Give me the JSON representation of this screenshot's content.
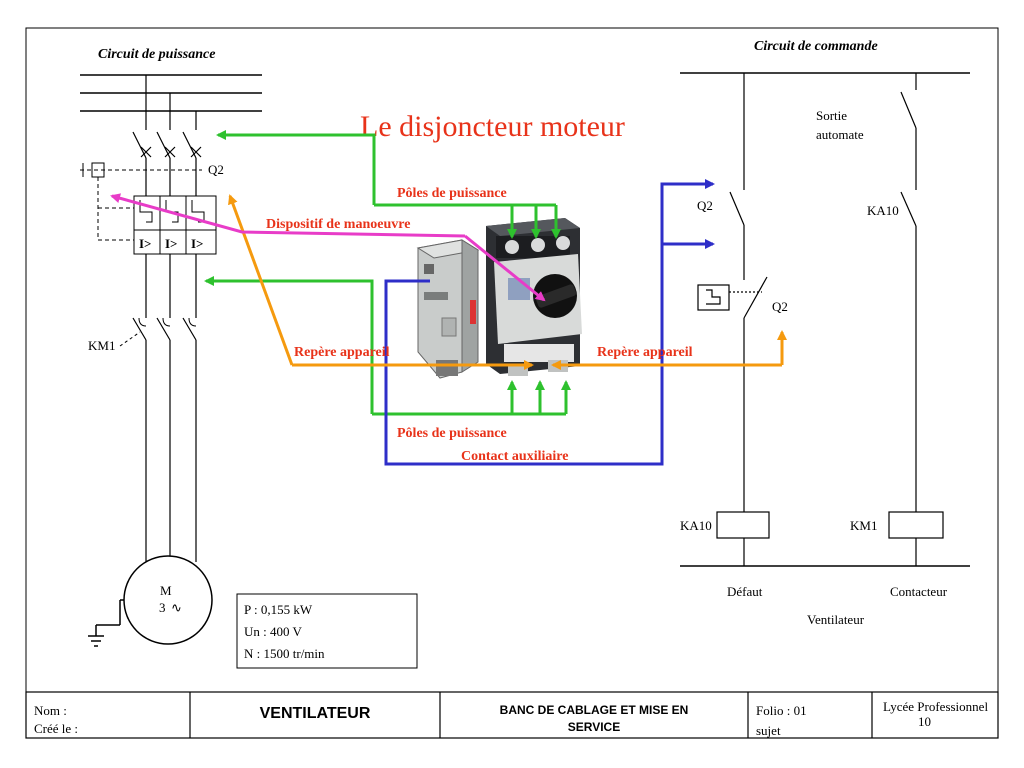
{
  "title": "Le disjoncteur moteur",
  "power_circuit": {
    "heading": "Circuit de puissance",
    "breaker_label": "Q2",
    "contactor_label": "KM1",
    "trip_symbol": "I>",
    "motor_label": "M",
    "motor_phases": "3",
    "motor_ac": "∿"
  },
  "command_circuit": {
    "heading": "Circuit de commande",
    "output_label_line1": "Sortie",
    "output_label_line2": "automate",
    "q2_contact_label": "Q2",
    "q2_thermal_label": "Q2",
    "ka10_contact_label": "KA10",
    "ka10_coil_label": "KA10",
    "km1_coil_label": "KM1",
    "caption_fault": "Défaut",
    "caption_contactor": "Contacteur",
    "caption_fan": "Ventilateur"
  },
  "annotations": {
    "power_poles_top": "Pôles de puissance",
    "operating_device": "Dispositif de manoeuvre",
    "device_mark_left": "Repère appareil",
    "device_mark_right": "Repère appareil",
    "power_poles_bottom": "Pôles de puissance",
    "aux_contact": "Contact auxiliaire"
  },
  "specs": {
    "power": "P : 0,155 kW",
    "voltage": "Un : 400 V",
    "speed": "N : 1500 tr/min"
  },
  "cartouche": {
    "name_label": "Nom :",
    "created_label": "Créé le :",
    "project": "VENTILATEUR",
    "subject_line1": "BANC DE CABLAGE ET MISE EN",
    "subject_line2": "SERVICE",
    "folio_line1": "Folio : 01",
    "folio_line2": "sujet",
    "school": "Lycée Professionnel",
    "page_number": "10"
  },
  "colors": {
    "green": "#2ec12e",
    "blue": "#2e2ec8",
    "orange": "#f59a0f",
    "magenta": "#e83cc8",
    "red_text": "#e8331a"
  }
}
